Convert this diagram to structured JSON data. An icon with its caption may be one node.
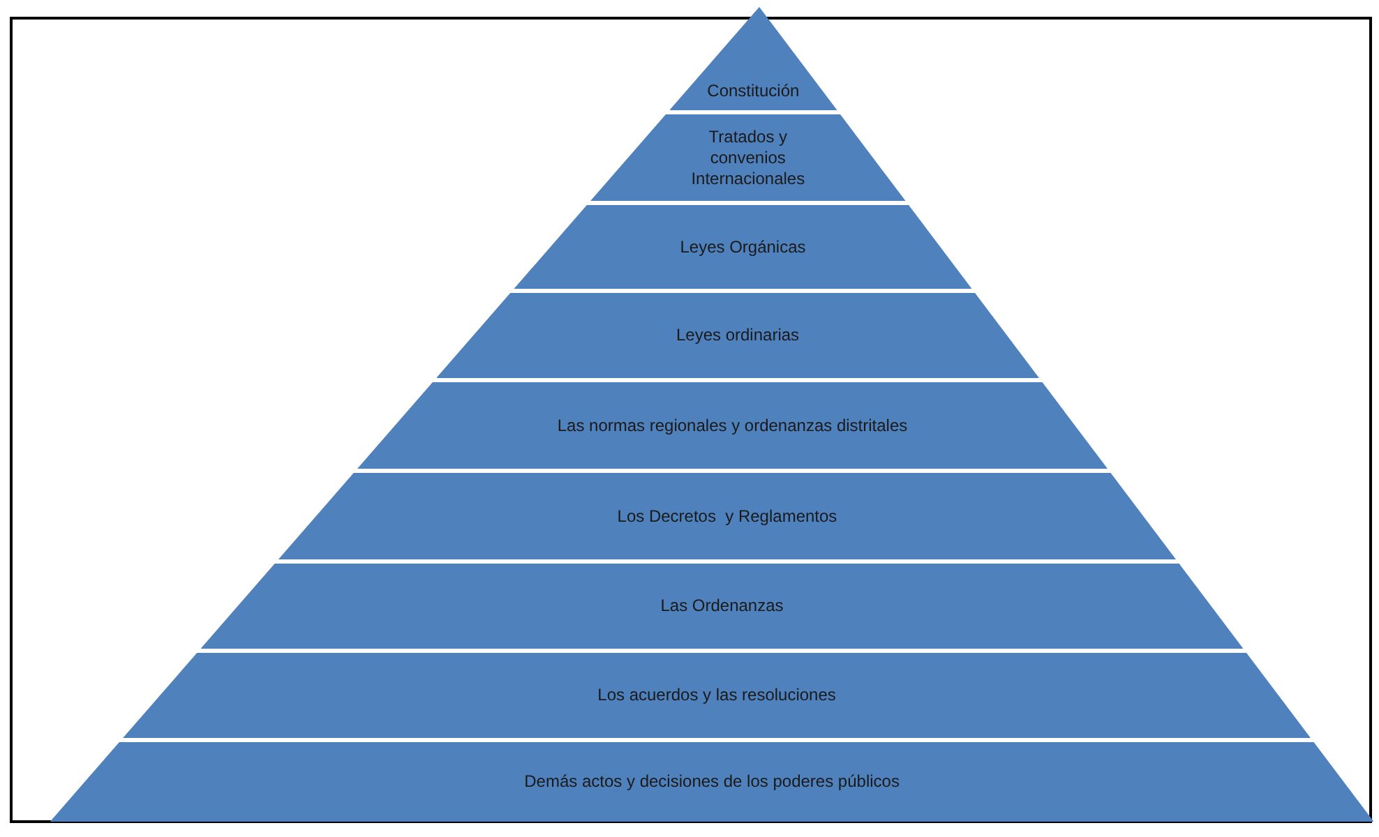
{
  "diagram": {
    "nodes": [
      {
        "text": [
          "Constitución"
        ]
      },
      {
        "text": [
          "Tratados y convenios Internacionales"
        ]
      },
      {
        "text": [
          "Leyes Orgánicas"
        ]
      },
      {
        "text": [
          "Leyes ordinarias"
        ]
      },
      {
        "text": [
          "Las normas regionales y ordenanzas distritales"
        ]
      },
      {
        "text": [
          "Los Decretos  y Reglamentos"
        ]
      },
      {
        "text": [
          "Las Ordenanzas"
        ]
      },
      {
        "text": [
          "Los acuerdos y las resoluciones"
        ]
      },
      {
        "text": [
          "Demás actos y decisiones de los poderes públicos"
        ]
      }
    ]
  }
}
